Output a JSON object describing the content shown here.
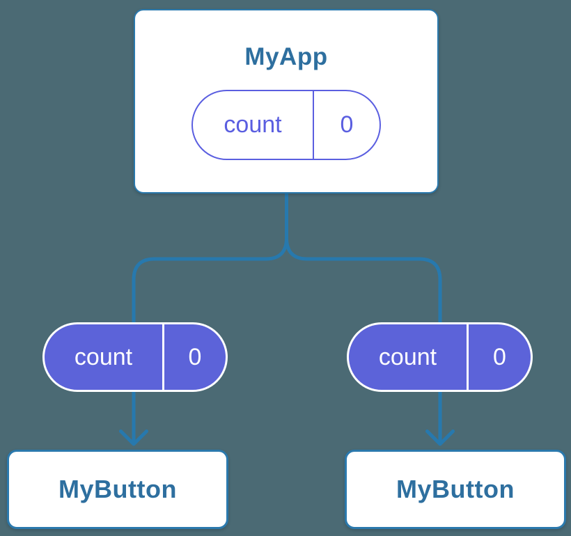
{
  "colors": {
    "background": "#4b6a74",
    "connector": "#2779ae",
    "card_bg": "#ffffff",
    "card_border": "#2b79ad",
    "card_title": "#2e6f9f",
    "state_outline": "#5a5ee0",
    "prop_fill": "#5c63d9",
    "prop_border": "#ffffff",
    "prop_text": "#ffffff"
  },
  "root_card": {
    "title": "MyApp",
    "state_pill": {
      "label": "count",
      "value": "0"
    }
  },
  "branches": [
    {
      "prop_pill": {
        "label": "count",
        "value": "0"
      },
      "child_card": {
        "title": "MyButton"
      }
    },
    {
      "prop_pill": {
        "label": "count",
        "value": "0"
      },
      "child_card": {
        "title": "MyButton"
      }
    }
  ]
}
